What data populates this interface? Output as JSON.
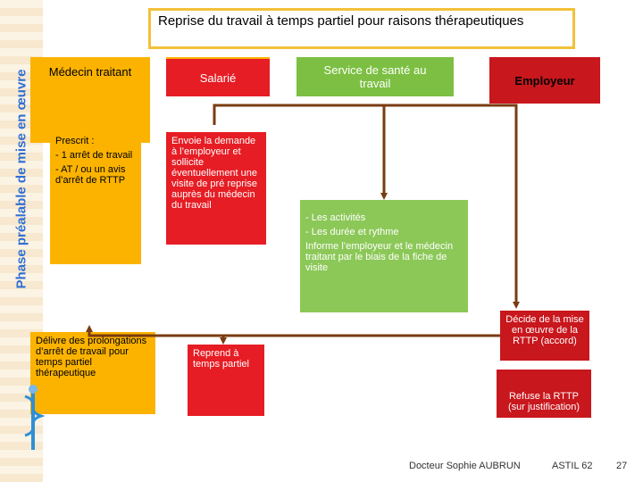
{
  "title": "Reprise du travail à temps partiel pour raisons thérapeutiques",
  "sidebar_label": "Phase préalable de mise en œuvre",
  "columns": {
    "medecin": "Médecin traitant",
    "salarie": "Salarié",
    "sst": "Service de santé au travail",
    "employeur": "Employeur"
  },
  "boxes": {
    "prescrit": {
      "title": "Prescrit :",
      "lines": [
        "- 1 arrêt de travail",
        "- AT / ou un avis d’arrêt de RTTP"
      ]
    },
    "envoie": "Envoie la demande à l’employeur et sollicite éventuellement une visite de pré reprise auprès du médecin du travail",
    "sst": {
      "lines": [
        "- Les activités",
        "- Les durée et rythme"
      ],
      "informe": "Informe l’employeur et le médecin traitant par le biais de la fiche de visite"
    },
    "decide": "Décide de la mise en œuvre de la RTTP (accord)",
    "refuse": "Refuse la RTTP (sur justification)",
    "delivre": "Délivre des prolongations d’arrêt de travail pour temps partiel thérapeutique",
    "reprend": "Reprend à temps partiel"
  },
  "footer": {
    "author": "Docteur Sophie AUBRUN",
    "org": "ASTIL 62",
    "page": "27"
  },
  "colors": {
    "orange": "#fbb300",
    "red": "#e61d24",
    "dark_red": "#c8171d",
    "green": "#8cc858",
    "arrow": "#7a3b12",
    "title_border": "#f2c13b",
    "sidebar_text": "#2f6fd6"
  }
}
